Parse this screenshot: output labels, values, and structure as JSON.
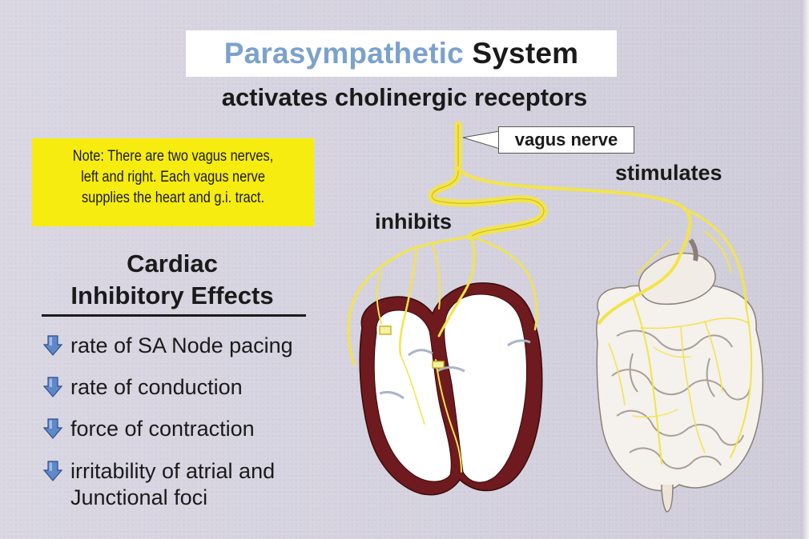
{
  "title": {
    "accent": "Parasympathetic",
    "rest": "System"
  },
  "subtitle": "activates cholinergic receptors",
  "note": {
    "lines": [
      "Note: There are two vagus nerves,",
      "left and right. Each vagus nerve",
      "supplies the heart and g.i. tract."
    ]
  },
  "cardiac": {
    "heading_line1": "Cardiac",
    "heading_line2": "Inhibitory Effects",
    "effects": [
      "rate of SA Node pacing",
      "rate of conduction",
      "force of contraction",
      "irritability of atrial and",
      "Junctional foci"
    ]
  },
  "diagram": {
    "callout": "vagus nerve",
    "label_heart": "inhibits",
    "label_gut": "stimulates"
  },
  "colors": {
    "accent_blue": "#7ba2cb",
    "note_yellow": "#f6ec10",
    "nerve_yellow": "#f2e44a",
    "heart_wall": "#6e1a1e",
    "arrow_blue": "#5f88c9"
  },
  "icons": {
    "effect_bullet": "down-arrow-icon"
  }
}
